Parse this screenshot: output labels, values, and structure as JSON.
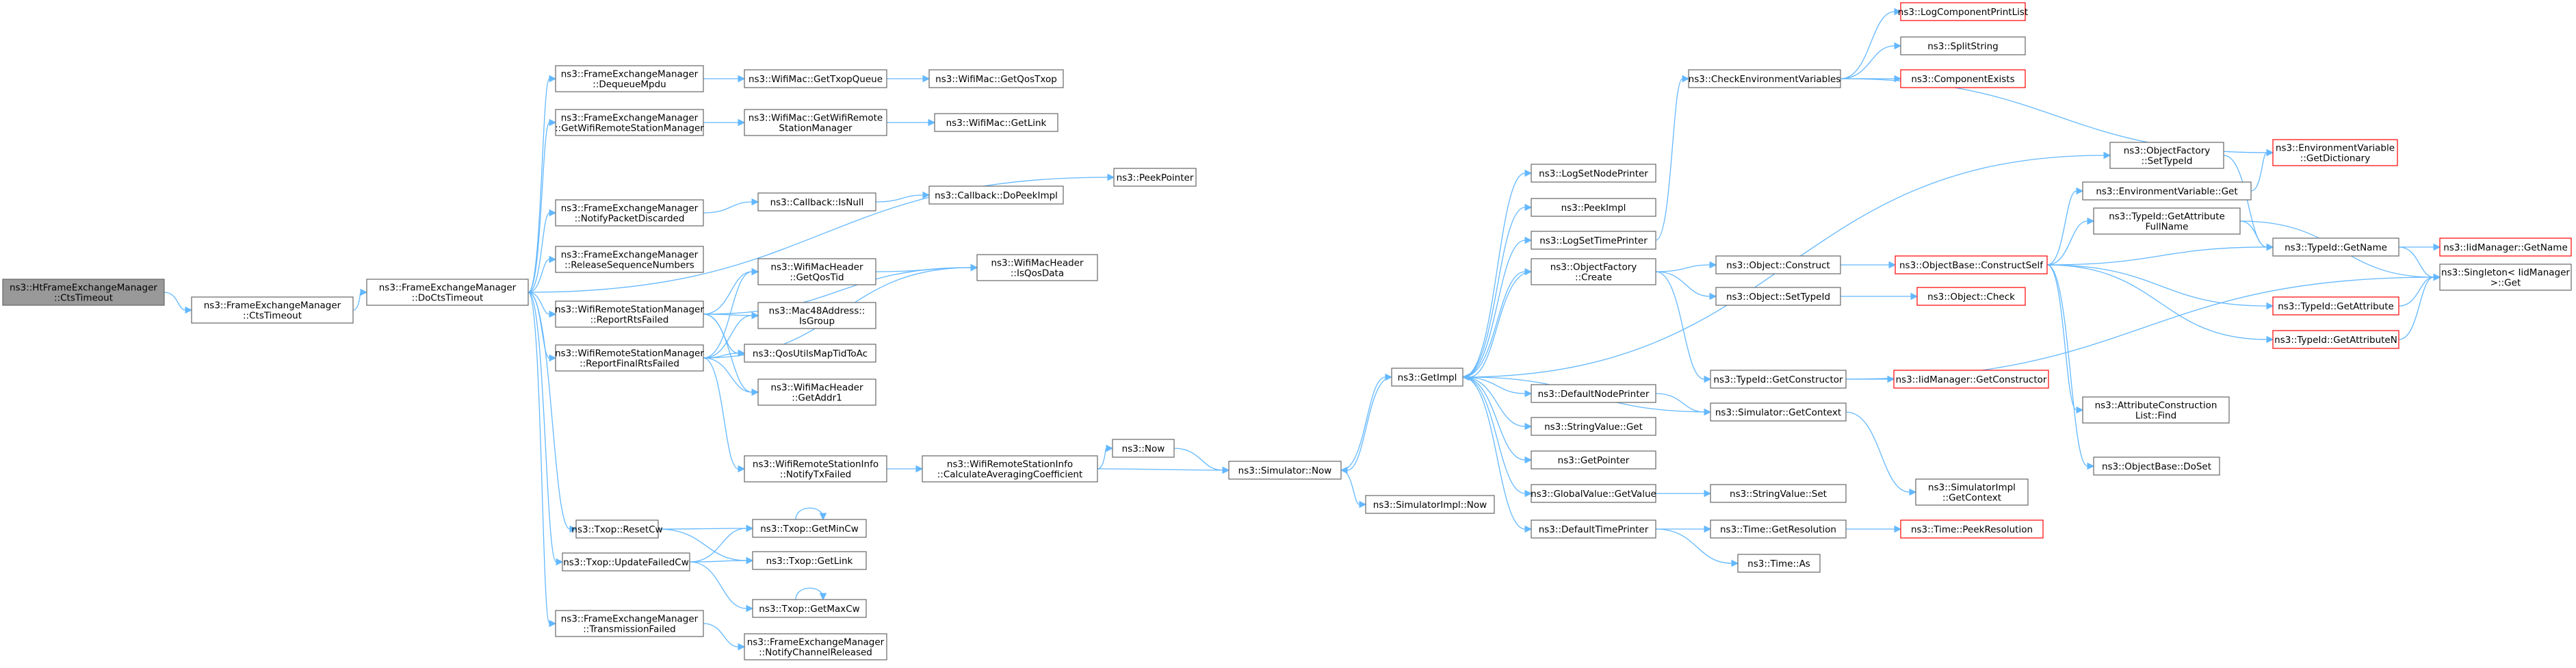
{
  "title": "",
  "colors": {
    "edge": "#63b8ff",
    "node_border": "#666666",
    "node_fill": "#ffffff",
    "highlight_fill": "#999999",
    "highlight_border": "#666666",
    "undocumented_border": "#ff0000",
    "text": "#000000"
  },
  "nodes": [
    {
      "id": "n0",
      "lines": [
        "ns3::HtFrameExchangeManager",
        "::CtsTimeout"
      ],
      "style": "highlight"
    },
    {
      "id": "n1",
      "lines": [
        "ns3::FrameExchangeManager",
        "::CtsTimeout"
      ],
      "style": "normal"
    },
    {
      "id": "n2",
      "lines": [
        "ns3::FrameExchangeManager",
        "::DoCtsTimeout"
      ],
      "style": "normal"
    },
    {
      "id": "n3",
      "lines": [
        "ns3::FrameExchangeManager",
        "::DequeueMpdu"
      ],
      "style": "normal"
    },
    {
      "id": "n4",
      "lines": [
        "ns3::FrameExchangeManager",
        "::GetWifiRemoteStationManager"
      ],
      "style": "normal"
    },
    {
      "id": "n5",
      "lines": [
        "ns3::PeekPointer"
      ],
      "style": "normal"
    },
    {
      "id": "n6",
      "lines": [
        "ns3::FrameExchangeManager",
        "::NotifyPacketDiscarded"
      ],
      "style": "normal"
    },
    {
      "id": "n7",
      "lines": [
        "ns3::FrameExchangeManager",
        "::ReleaseSequenceNumbers"
      ],
      "style": "normal"
    },
    {
      "id": "n8",
      "lines": [
        "ns3::WifiRemoteStationManager",
        "::ReportRtsFailed"
      ],
      "style": "normal"
    },
    {
      "id": "n9",
      "lines": [
        "ns3::WifiRemoteStationManager",
        "::ReportFinalRtsFailed"
      ],
      "style": "normal"
    },
    {
      "id": "n10",
      "lines": [
        "ns3::Txop::ResetCw"
      ],
      "style": "normal"
    },
    {
      "id": "n11",
      "lines": [
        "ns3::Txop::UpdateFailedCw"
      ],
      "style": "normal"
    },
    {
      "id": "n12",
      "lines": [
        "ns3::FrameExchangeManager",
        "::TransmissionFailed"
      ],
      "style": "normal"
    },
    {
      "id": "n13",
      "lines": [
        "ns3::WifiMac::GetTxopQueue"
      ],
      "style": "normal"
    },
    {
      "id": "n14",
      "lines": [
        "ns3::WifiMac::GetQosTxop"
      ],
      "style": "normal"
    },
    {
      "id": "n15",
      "lines": [
        "ns3::WifiMac::GetWifiRemote",
        "StationManager"
      ],
      "style": "normal"
    },
    {
      "id": "n16",
      "lines": [
        "ns3::WifiMac::GetLink"
      ],
      "style": "normal"
    },
    {
      "id": "n17",
      "lines": [
        "ns3::Callback::IsNull"
      ],
      "style": "normal"
    },
    {
      "id": "n18",
      "lines": [
        "ns3::Callback::DoPeekImpl"
      ],
      "style": "normal"
    },
    {
      "id": "n19",
      "lines": [
        "ns3::WifiMacHeader",
        "::GetQosTid"
      ],
      "style": "normal"
    },
    {
      "id": "n20",
      "lines": [
        "ns3::WifiMacHeader",
        "::IsQosData"
      ],
      "style": "normal"
    },
    {
      "id": "n21",
      "lines": [
        "ns3::Mac48Address::",
        "IsGroup"
      ],
      "style": "normal"
    },
    {
      "id": "n22",
      "lines": [
        "ns3::QosUtilsMapTidToAc"
      ],
      "style": "normal"
    },
    {
      "id": "n23",
      "lines": [
        "ns3::WifiMacHeader",
        "::GetAddr1"
      ],
      "style": "normal"
    },
    {
      "id": "n24",
      "lines": [
        "ns3::WifiRemoteStationInfo",
        "::NotifyTxFailed"
      ],
      "style": "normal"
    },
    {
      "id": "n25",
      "lines": [
        "ns3::WifiRemoteStationInfo",
        "::CalculateAveragingCoefficient"
      ],
      "style": "normal"
    },
    {
      "id": "n26",
      "lines": [
        "ns3::Now"
      ],
      "style": "normal"
    },
    {
      "id": "n27",
      "lines": [
        "ns3::Simulator::Now"
      ],
      "style": "normal"
    },
    {
      "id": "n28",
      "lines": [
        "ns3::SimulatorImpl::Now"
      ],
      "style": "normal"
    },
    {
      "id": "n29",
      "lines": [
        "ns3::GetImpl"
      ],
      "style": "normal"
    },
    {
      "id": "n30",
      "lines": [
        "ns3::Txop::GetMinCw"
      ],
      "style": "normal"
    },
    {
      "id": "n31",
      "lines": [
        "ns3::Txop::GetLink"
      ],
      "style": "normal"
    },
    {
      "id": "n32",
      "lines": [
        "ns3::Txop::GetMaxCw"
      ],
      "style": "normal"
    },
    {
      "id": "n33",
      "lines": [
        "ns3::FrameExchangeManager",
        "::NotifyChannelReleased"
      ],
      "style": "normal"
    },
    {
      "id": "n34",
      "lines": [
        "ns3::LogSetNodePrinter"
      ],
      "style": "normal"
    },
    {
      "id": "n35",
      "lines": [
        "ns3::PeekImpl"
      ],
      "style": "normal"
    },
    {
      "id": "n36",
      "lines": [
        "ns3::LogSetTimePrinter"
      ],
      "style": "normal"
    },
    {
      "id": "n37",
      "lines": [
        "ns3::ObjectFactory",
        "::Create"
      ],
      "style": "normal"
    },
    {
      "id": "n38",
      "lines": [
        "ns3::DefaultNodePrinter"
      ],
      "style": "normal"
    },
    {
      "id": "n39",
      "lines": [
        "ns3::StringValue::Get"
      ],
      "style": "normal"
    },
    {
      "id": "n40",
      "lines": [
        "ns3::GetPointer"
      ],
      "style": "normal"
    },
    {
      "id": "n41",
      "lines": [
        "ns3::GlobalValue::GetValue"
      ],
      "style": "normal"
    },
    {
      "id": "n42",
      "lines": [
        "ns3::DefaultTimePrinter"
      ],
      "style": "normal"
    },
    {
      "id": "n43",
      "lines": [
        "ns3::CheckEnvironmentVariables"
      ],
      "style": "normal"
    },
    {
      "id": "n44",
      "lines": [
        "ns3::LogComponentPrintList"
      ],
      "style": "red"
    },
    {
      "id": "n45",
      "lines": [
        "ns3::SplitString"
      ],
      "style": "normal"
    },
    {
      "id": "n46",
      "lines": [
        "ns3::ComponentExists"
      ],
      "style": "red"
    },
    {
      "id": "n47",
      "lines": [
        "ns3::Object::Construct"
      ],
      "style": "normal"
    },
    {
      "id": "n48",
      "lines": [
        "ns3::Object::SetTypeId"
      ],
      "style": "normal"
    },
    {
      "id": "n49",
      "lines": [
        "ns3::TypeId::GetConstructor"
      ],
      "style": "normal"
    },
    {
      "id": "n50",
      "lines": [
        "ns3::Simulator::GetContext"
      ],
      "style": "normal"
    },
    {
      "id": "n51",
      "lines": [
        "ns3::StringValue::Set"
      ],
      "style": "normal"
    },
    {
      "id": "n52",
      "lines": [
        "ns3::Time::GetResolution"
      ],
      "style": "normal"
    },
    {
      "id": "n53",
      "lines": [
        "ns3::Time::As"
      ],
      "style": "normal"
    },
    {
      "id": "n54",
      "lines": [
        "ns3::ObjectBase::ConstructSelf"
      ],
      "style": "red"
    },
    {
      "id": "n55",
      "lines": [
        "ns3::Object::Check"
      ],
      "style": "red"
    },
    {
      "id": "n56",
      "lines": [
        "ns3::IidManager::GetConstructor"
      ],
      "style": "red"
    },
    {
      "id": "n57",
      "lines": [
        "ns3::SimulatorImpl",
        "::GetContext"
      ],
      "style": "normal"
    },
    {
      "id": "n58",
      "lines": [
        "ns3::Time::PeekResolution"
      ],
      "style": "red"
    },
    {
      "id": "n59",
      "lines": [
        "ns3::ObjectFactory",
        "::SetTypeId"
      ],
      "style": "normal"
    },
    {
      "id": "n60",
      "lines": [
        "ns3::EnvironmentVariable::Get"
      ],
      "style": "normal"
    },
    {
      "id": "n61",
      "lines": [
        "ns3::TypeId::GetAttribute",
        "FullName"
      ],
      "style": "normal"
    },
    {
      "id": "n62",
      "lines": [
        "ns3::ObjectBase::DoSet"
      ],
      "style": "normal"
    },
    {
      "id": "n63",
      "lines": [
        "ns3::AttributeConstruction",
        "List::Find"
      ],
      "style": "normal"
    },
    {
      "id": "n64",
      "lines": [
        "ns3::EnvironmentVariable",
        "::GetDictionary"
      ],
      "style": "red"
    },
    {
      "id": "n65",
      "lines": [
        "ns3::TypeId::GetName"
      ],
      "style": "normal"
    },
    {
      "id": "n66",
      "lines": [
        "ns3::TypeId::GetAttribute"
      ],
      "style": "red"
    },
    {
      "id": "n67",
      "lines": [
        "ns3::TypeId::GetAttributeN"
      ],
      "style": "red"
    },
    {
      "id": "n68",
      "lines": [
        "ns3::IidManager::GetName"
      ],
      "style": "red"
    },
    {
      "id": "n69",
      "lines": [
        "ns3::Singleton< IidManager",
        ">::Get"
      ],
      "style": "normal"
    }
  ],
  "edges": [
    [
      "n0",
      "n1"
    ],
    [
      "n1",
      "n2"
    ],
    [
      "n2",
      "n3"
    ],
    [
      "n2",
      "n4"
    ],
    [
      "n2",
      "n5"
    ],
    [
      "n2",
      "n6"
    ],
    [
      "n2",
      "n7"
    ],
    [
      "n2",
      "n8"
    ],
    [
      "n2",
      "n9"
    ],
    [
      "n2",
      "n10"
    ],
    [
      "n2",
      "n11"
    ],
    [
      "n2",
      "n12"
    ],
    [
      "n3",
      "n13"
    ],
    [
      "n13",
      "n14"
    ],
    [
      "n4",
      "n15"
    ],
    [
      "n15",
      "n16"
    ],
    [
      "n6",
      "n17"
    ],
    [
      "n17",
      "n18"
    ],
    [
      "n8",
      "n19"
    ],
    [
      "n8",
      "n20"
    ],
    [
      "n8",
      "n21"
    ],
    [
      "n8",
      "n22"
    ],
    [
      "n8",
      "n23"
    ],
    [
      "n19",
      "n20"
    ],
    [
      "n9",
      "n19"
    ],
    [
      "n9",
      "n20"
    ],
    [
      "n9",
      "n21"
    ],
    [
      "n9",
      "n22"
    ],
    [
      "n9",
      "n23"
    ],
    [
      "n9",
      "n24"
    ],
    [
      "n24",
      "n25"
    ],
    [
      "n25",
      "n26"
    ],
    [
      "n25",
      "n27"
    ],
    [
      "n26",
      "n27"
    ],
    [
      "n27",
      "n28"
    ],
    [
      "n27",
      "n29"
    ],
    [
      "n10",
      "n30"
    ],
    [
      "n10",
      "n31"
    ],
    [
      "n11",
      "n30"
    ],
    [
      "n11",
      "n31"
    ],
    [
      "n11",
      "n32"
    ],
    [
      "n30",
      "n30"
    ],
    [
      "n32",
      "n32"
    ],
    [
      "n12",
      "n33"
    ],
    [
      "n29",
      "n34"
    ],
    [
      "n29",
      "n35"
    ],
    [
      "n29",
      "n36"
    ],
    [
      "n29",
      "n37"
    ],
    [
      "n29",
      "n38"
    ],
    [
      "n29",
      "n39"
    ],
    [
      "n29",
      "n40"
    ],
    [
      "n29",
      "n41"
    ],
    [
      "n29",
      "n42"
    ],
    [
      "n29",
      "n27"
    ],
    [
      "n29",
      "n59"
    ],
    [
      "n36",
      "n43"
    ],
    [
      "n43",
      "n44"
    ],
    [
      "n43",
      "n45"
    ],
    [
      "n43",
      "n46"
    ],
    [
      "n43",
      "n64"
    ],
    [
      "n37",
      "n47"
    ],
    [
      "n37",
      "n48"
    ],
    [
      "n37",
      "n49"
    ],
    [
      "n37",
      "n29"
    ],
    [
      "n47",
      "n54"
    ],
    [
      "n48",
      "n55"
    ],
    [
      "n49",
      "n56"
    ],
    [
      "n49",
      "n69"
    ],
    [
      "n38",
      "n50"
    ],
    [
      "n50",
      "n29"
    ],
    [
      "n50",
      "n57"
    ],
    [
      "n41",
      "n51"
    ],
    [
      "n42",
      "n52"
    ],
    [
      "n42",
      "n53"
    ],
    [
      "n52",
      "n58"
    ],
    [
      "n54",
      "n60"
    ],
    [
      "n54",
      "n61"
    ],
    [
      "n54",
      "n62"
    ],
    [
      "n54",
      "n63"
    ],
    [
      "n54",
      "n65"
    ],
    [
      "n54",
      "n66"
    ],
    [
      "n54",
      "n67"
    ],
    [
      "n59",
      "n65"
    ],
    [
      "n60",
      "n64"
    ],
    [
      "n61",
      "n65"
    ],
    [
      "n61",
      "n69"
    ],
    [
      "n65",
      "n68"
    ],
    [
      "n65",
      "n69"
    ],
    [
      "n66",
      "n69"
    ],
    [
      "n67",
      "n69"
    ]
  ]
}
